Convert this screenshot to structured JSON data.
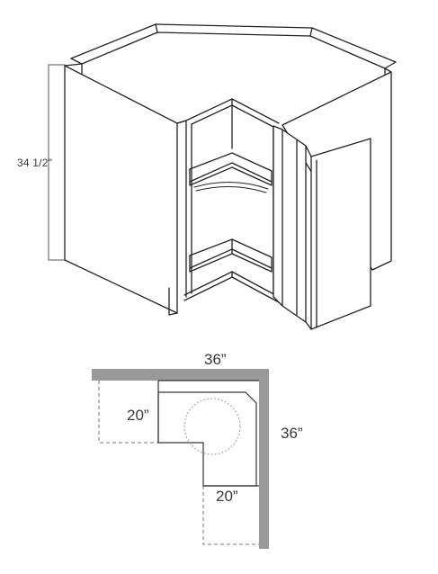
{
  "cabinet_view": {
    "height_label": "34 1/2\""
  },
  "plan_view": {
    "top_width_label": "36”",
    "right_depth_label": "36”",
    "left_side_label": "20”",
    "bottom_side_label": "20”"
  }
}
